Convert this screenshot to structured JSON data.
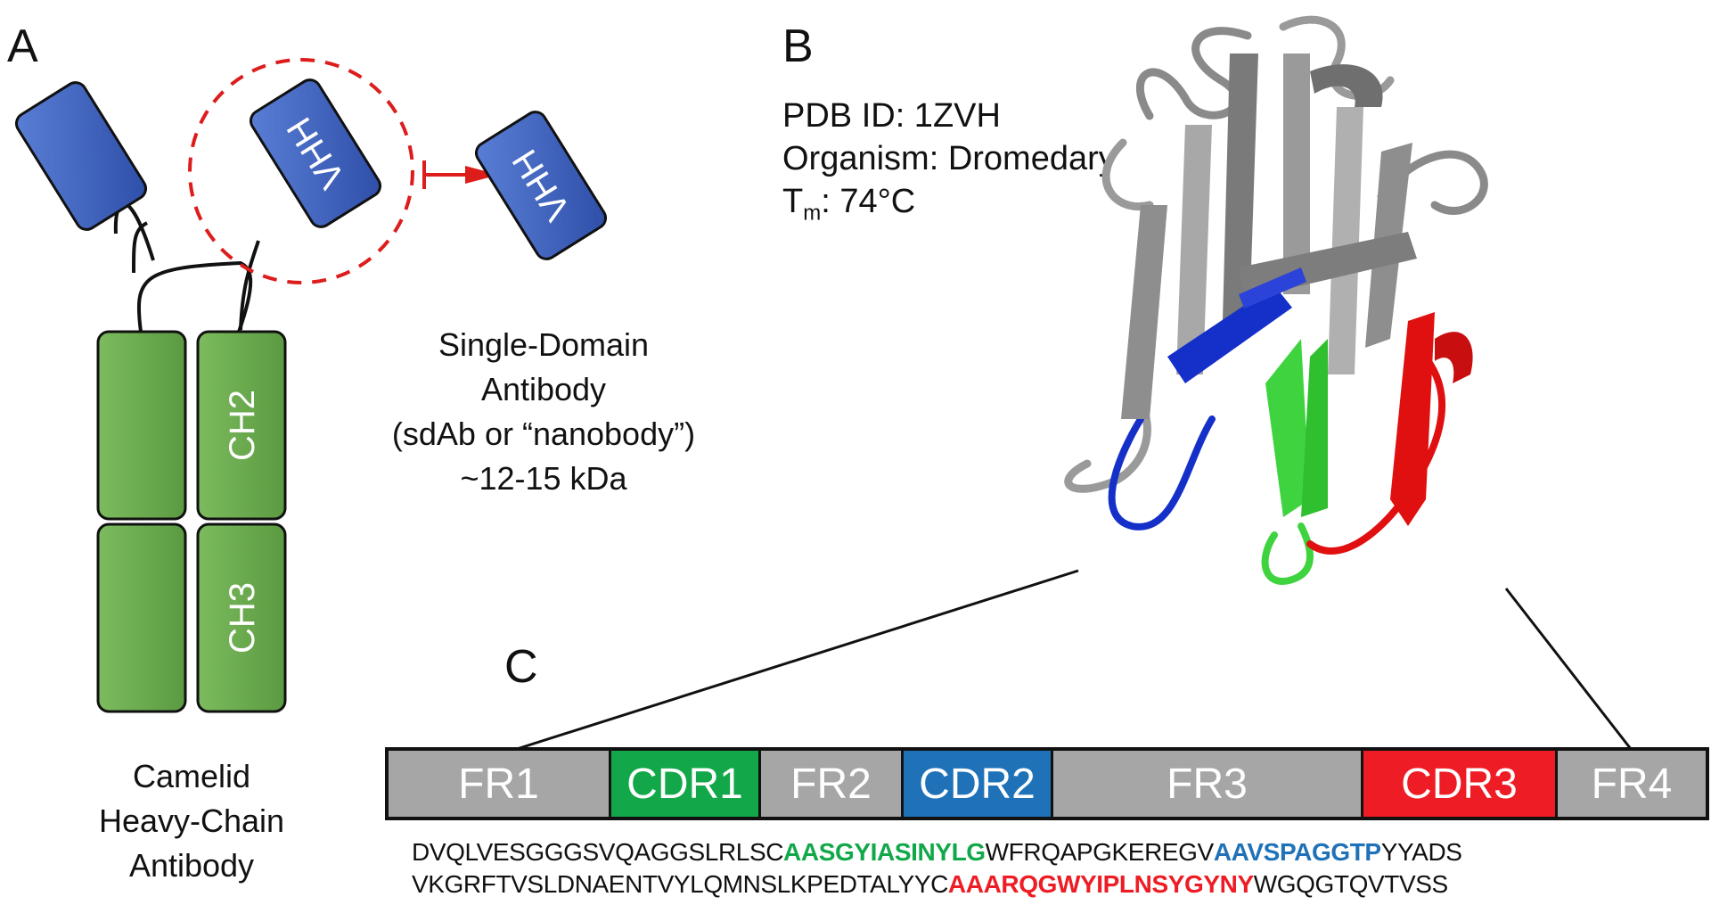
{
  "panels": {
    "a": "A",
    "b": "B",
    "c": "C"
  },
  "antibody": {
    "vhh_label": "VHH",
    "ch2_label": "CH2",
    "ch3_label": "CH3",
    "caption_lines": [
      "Camelid",
      "Heavy-Chain",
      "Antibody"
    ]
  },
  "sdab": {
    "vhh_label": "VHH",
    "caption_lines": [
      "Single-Domain",
      "Antibody",
      "(sdAb or “nanobody”)",
      "~12-15 kDa"
    ]
  },
  "structure_info": {
    "pdb": "PDB ID: 1ZVH",
    "organism": "Organism: Dromedary",
    "tm_prefix": "T",
    "tm_sub": "m",
    "tm_value": ": 74°C"
  },
  "regions": [
    {
      "label": "FR1",
      "color": "#a6a6a6"
    },
    {
      "label": "CDR1",
      "color": "#12a84a"
    },
    {
      "label": "FR2",
      "color": "#a6a6a6"
    },
    {
      "label": "CDR2",
      "color": "#1f72b8"
    },
    {
      "label": "FR3",
      "color": "#a6a6a6"
    },
    {
      "label": "CDR3",
      "color": "#ee1c24"
    },
    {
      "label": "FR4",
      "color": "#a6a6a6"
    }
  ],
  "sequence": {
    "line1": [
      {
        "text": "DVQLVESGGGSVQAGGSLRLSC",
        "region": "FR"
      },
      {
        "text": "AASGYIASINYLG",
        "region": "CDR1"
      },
      {
        "text": "WFRQAPGKEREGV",
        "region": "FR"
      },
      {
        "text": "AAVSPAGGTP",
        "region": "CDR2"
      },
      {
        "text": "YYADS",
        "region": "FR"
      }
    ],
    "line2": [
      {
        "text": "VKGRFTVSLDNAENTVYLQMNSLKPEDTALYYC",
        "region": "FR"
      },
      {
        "text": "AAARQGWYIPLNSYGYNY",
        "region": "CDR3"
      },
      {
        "text": "WGQGTQVTVSS",
        "region": "FR"
      }
    ]
  },
  "colors": {
    "vhh_blue": "#3f5fbf",
    "constant_green": "#6aa84f",
    "highlight_red": "#dd1c1c",
    "ribbon_gray": "#8c8c8c",
    "cdr1_green": "#12a84a",
    "cdr2_blue": "#1f72b8",
    "cdr3_red": "#ee1c24"
  }
}
